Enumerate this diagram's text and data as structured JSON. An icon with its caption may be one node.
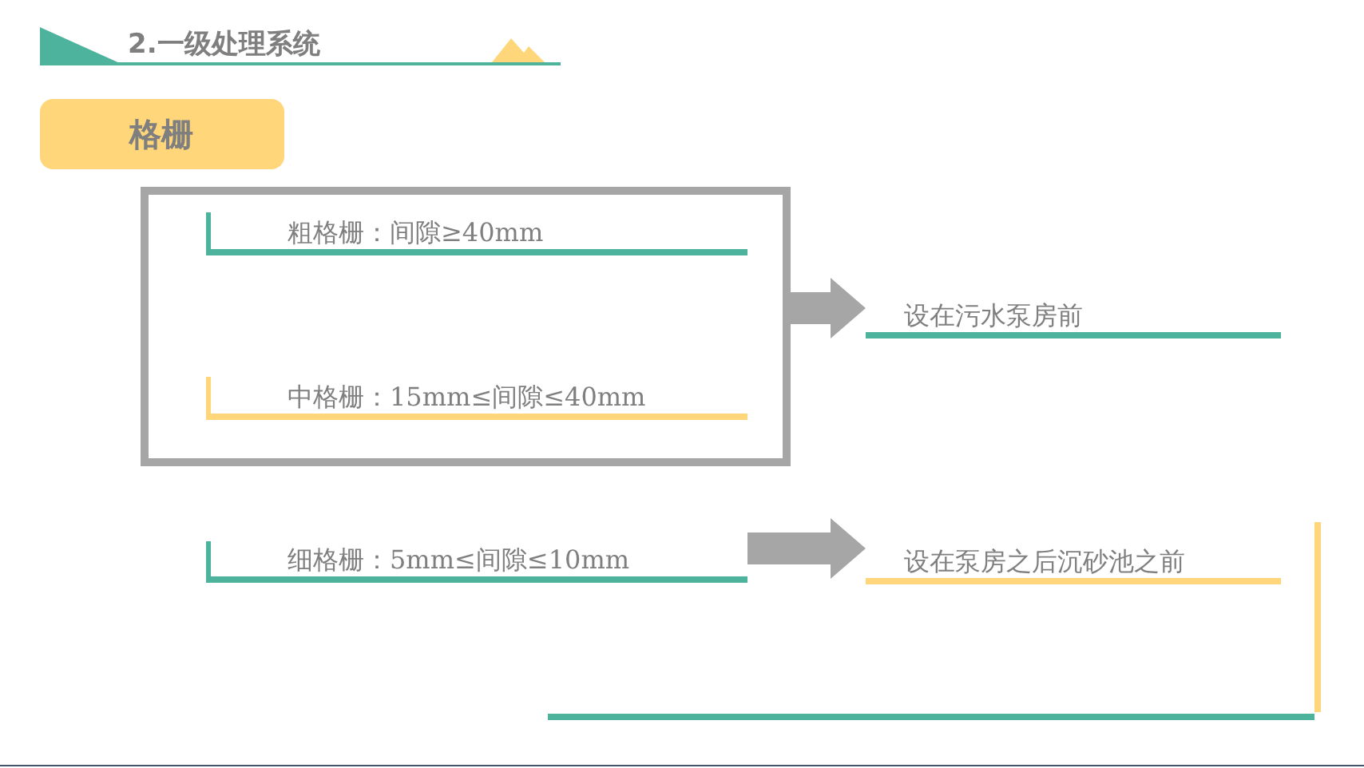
{
  "diagram": {
    "title": "2.一级处理系统",
    "nodes": [
      {
        "text": [
          "格栅"
        ]
      },
      {
        "text": [],
        "shape": "box"
      },
      {
        "text": [
          "粗格栅：间隙≥40mm"
        ],
        "in": 1
      },
      {
        "text": [
          "中格栅：15mm≤间隙≤40mm"
        ],
        "in": 1
      },
      {
        "text": [
          "细格栅：5mm≤间隙≤10mm"
        ]
      },
      {
        "text": [
          "设在污水泵房前"
        ]
      },
      {
        "text": [
          "设在泵房之后沉砂池之前"
        ]
      }
    ],
    "edges": [
      {
        "from": 1,
        "to": 5,
        "arrow": "to",
        "style": "thick"
      },
      {
        "from": 4,
        "to": 6,
        "arrow": "to",
        "style": "thick"
      }
    ]
  }
}
